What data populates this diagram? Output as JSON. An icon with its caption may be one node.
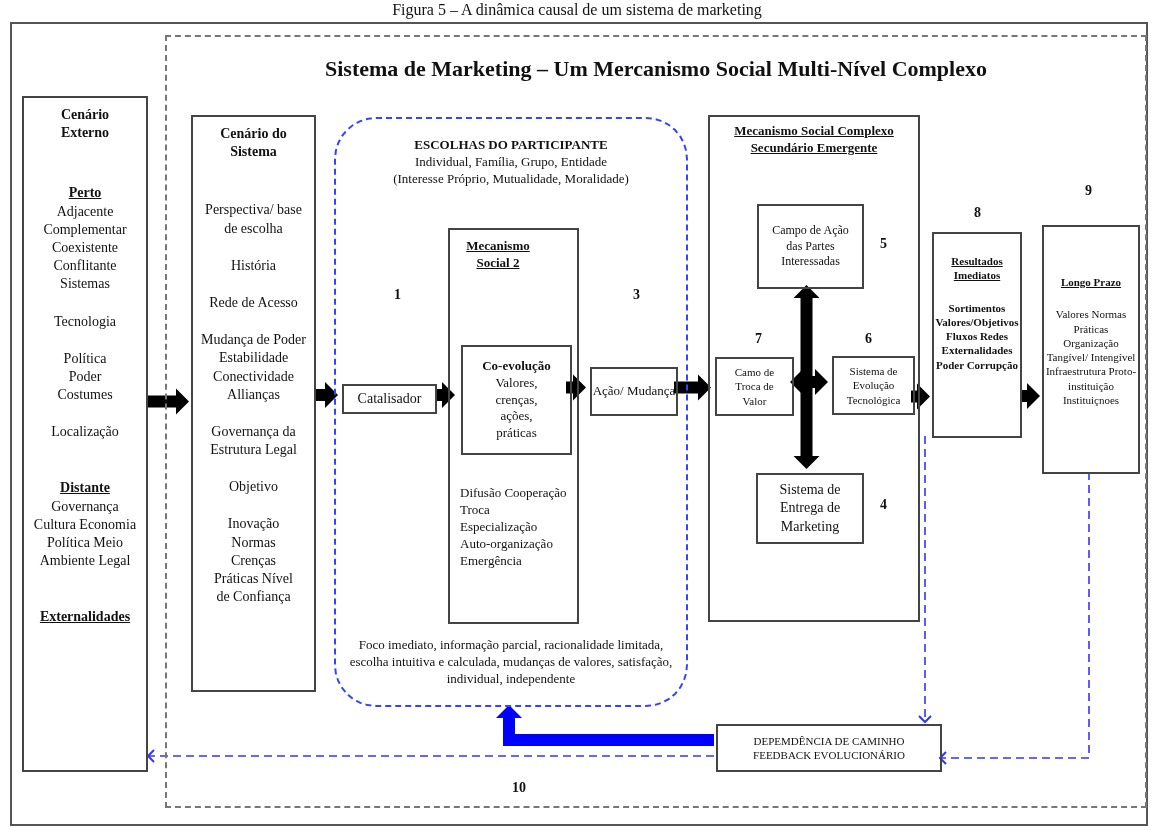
{
  "diagram": {
    "title": "Figura 5 – A dinâmica causal de um sistema de marketing",
    "nodes": [
      {
        "text": [
          "Cenário Externo",
          "Perto",
          "Adjacente Complementar Coexistente Conflitante Sistemas",
          "Tecnologia",
          "Política Poder Costumes",
          "Localização",
          "Distante",
          "Governança Cultura Economia Política Meio Ambiente Legal",
          "Externalidades"
        ]
      },
      {
        "text": [
          "Sistema de Marketing – Um Mercanismo Social Multi-Nível Complexo"
        ]
      },
      {
        "text": [
          "Cenário do Sistema",
          "Perspectiva/ base de escolha",
          "História",
          "Rede de Acesso",
          "Mudança de Poder Estabilidade Conectividade Allianças",
          "Governança da Estrutura Legal",
          "Objetivo",
          "Inovação Normas Crenças Práticas Nível de Confiança"
        ],
        "in": 1
      },
      {
        "text": [
          "ESCOLHAS DO PARTICIPANTE",
          "Individual, Família, Grupo, Entidade",
          "(Interesse Próprio, Mutualidade, Moralidade)",
          "Foco imediato, informação parcial, racionalidade limitada, escolha intuitiva e calculada, mudanças de valores, satisfação, individual, independente"
        ],
        "in": 1
      },
      {
        "text": [
          "Catalisador"
        ],
        "in": 3
      },
      {
        "text": [
          "Mecanismo Social 2",
          "Difusão Cooperação Troca Especialização Auto-organização Emergência"
        ],
        "in": 3
      },
      {
        "text": [
          "Co-evolução",
          "Valores, crenças, ações, práticas"
        ],
        "in": 5
      },
      {
        "text": [
          "Ação/ Mudança"
        ],
        "in": 3
      },
      {
        "text": [
          "Mecanismo Social Complexo Secundário Emergente"
        ],
        "in": 1
      },
      {
        "text": [
          "Campo de Ação das Partes Interessadas"
        ],
        "in": 8,
        "beside": [
          "5"
        ]
      },
      {
        "text": [
          "Camo de Troca de Valor"
        ],
        "in": 8,
        "beside": [
          "7"
        ]
      },
      {
        "text": [
          "Sistema de Evolução Tecnológica"
        ],
        "in": 8,
        "beside": [
          "6"
        ]
      },
      {
        "text": [
          "Sistema de Entrega de Marketing"
        ],
        "in": 8,
        "beside": [
          "4"
        ]
      },
      {
        "text": [
          "Resultados Imediatos",
          "Sortimentos Valores/Objetivos Fluxos Redes Externalidades Poder Corrupção"
        ],
        "in": 1,
        "beside": [
          "8"
        ]
      },
      {
        "text": [
          "Longo Prazo",
          "Valores Normas Práticas Organização Tangível/ Intengível Infraestrutura Proto-instituição Instituiçnoes"
        ],
        "in": 1,
        "beside": [
          "9"
        ]
      },
      {
        "text": [
          "DEPEMDÊNCIA DE CAMINHO FEEDBACK EVOLUCIONÁRIO"
        ],
        "in": 1
      }
    ],
    "edges": [
      {
        "from": 0,
        "to": 2,
        "arrow": "to"
      },
      {
        "from": 2,
        "to": 4,
        "arrow": "to"
      },
      {
        "from": 4,
        "to": 6,
        "arrow": "to"
      },
      {
        "from": 6,
        "to": 7,
        "arrow": "to"
      },
      {
        "from": 7,
        "to": 10,
        "arrow": "to"
      },
      {
        "from": 10,
        "to": 11,
        "arrow": "both"
      },
      {
        "from": 9,
        "to": 12,
        "arrow": "both"
      },
      {
        "from": 11,
        "to": 13,
        "arrow": "to"
      },
      {
        "from": 13,
        "to": 14,
        "arrow": "to"
      },
      {
        "from": 13,
        "to": 15,
        "arrow": "to",
        "style": "dashed",
        "color": "#3333ff"
      },
      {
        "from": 14,
        "to": 15,
        "arrow": "to",
        "style": "dashed",
        "color": "#3333ff"
      },
      {
        "from": 15,
        "to": 3,
        "arrow": "to",
        "color": "#0000ff"
      },
      {
        "from": 15,
        "to": 0,
        "arrow": "to",
        "style": "dashed",
        "color": "#3333ff"
      }
    ],
    "labels": [
      "1",
      "3",
      "10"
    ]
  }
}
